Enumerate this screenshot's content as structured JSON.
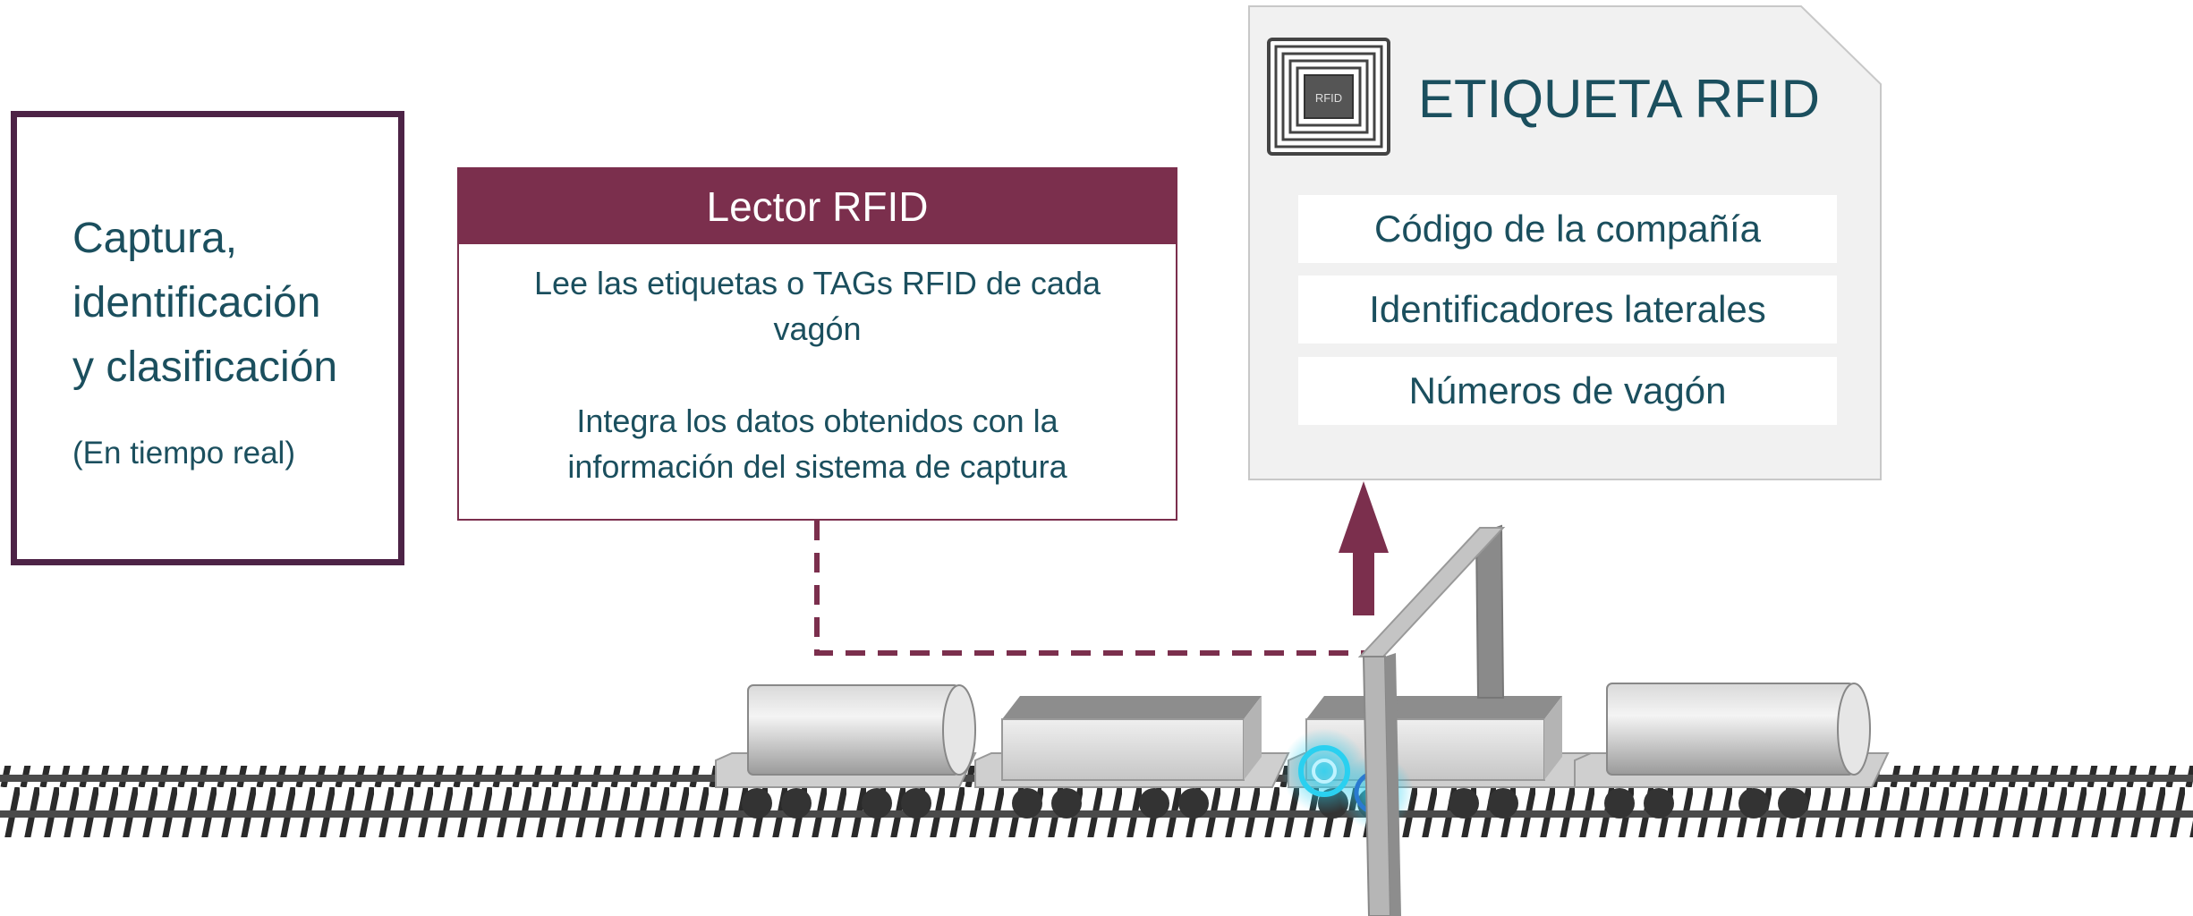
{
  "capture_box": {
    "lines": [
      "Captura,",
      "identificación",
      "y clasificación"
    ],
    "subtitle": "(En tiempo real)"
  },
  "reader": {
    "title": "Lector RFID",
    "paragraph1_line1": "Lee las etiquetas o TAGs RFID de cada",
    "paragraph1_line2": "vagón",
    "paragraph2_line1": "Integra los datos obtenidos con la",
    "paragraph2_line2": "información del sistema de captura"
  },
  "tag": {
    "title": "ETIQUETA RFID",
    "chip_label": "RFID",
    "rows": [
      "Código de la compañía",
      "Identificadores laterales",
      "Números de vagón"
    ]
  },
  "colors": {
    "maroon": "#7b2f4d",
    "dark_purple": "#4d2346",
    "teal_text": "#1b4f5e",
    "signal_cyan": "#2ad0f0"
  }
}
